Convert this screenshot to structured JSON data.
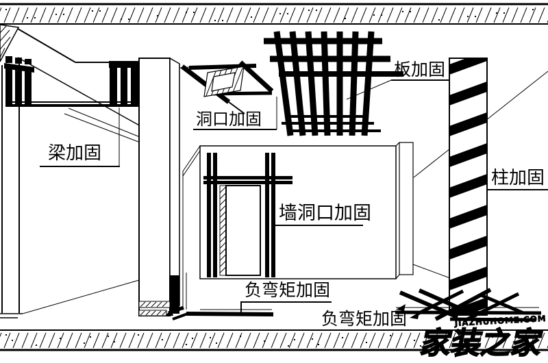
{
  "diagram": {
    "labels": {
      "beam": "梁加固",
      "ceiling_opening": "洞口加固",
      "slab": "板加固",
      "wall_opening": "墙洞口加固",
      "column": "柱加固",
      "negative_moment_left": "负弯矩加固",
      "negative_moment_right": "负弯矩加固"
    },
    "watermark": {
      "url": "JIAZHUHOME.COM",
      "logo": "家装之家"
    },
    "colors": {
      "background": "#ffffff",
      "line": "#000000",
      "watermark_fill": "#ffffff"
    }
  }
}
